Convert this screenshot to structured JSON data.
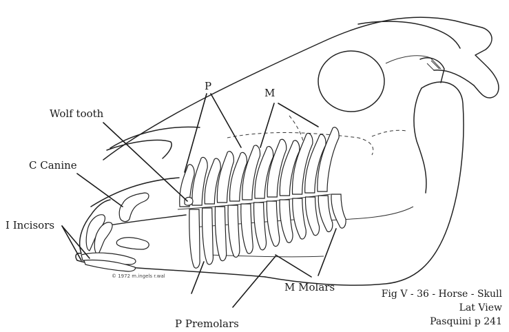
{
  "labels": {
    "wolf_tooth": "Wolf tooth",
    "canine": "C  Canine",
    "incisors": "I  Incisors",
    "p_top": "P",
    "m_top": "M",
    "molars": "M  Molars",
    "premolars": "P   Premolars"
  },
  "caption": {
    "line1": "Fig V - 36 - Horse - Skull",
    "line2": "Lat View",
    "line3": "Pasquini p 241"
  },
  "signature": "© 1972 m.ingels r.wal"
}
